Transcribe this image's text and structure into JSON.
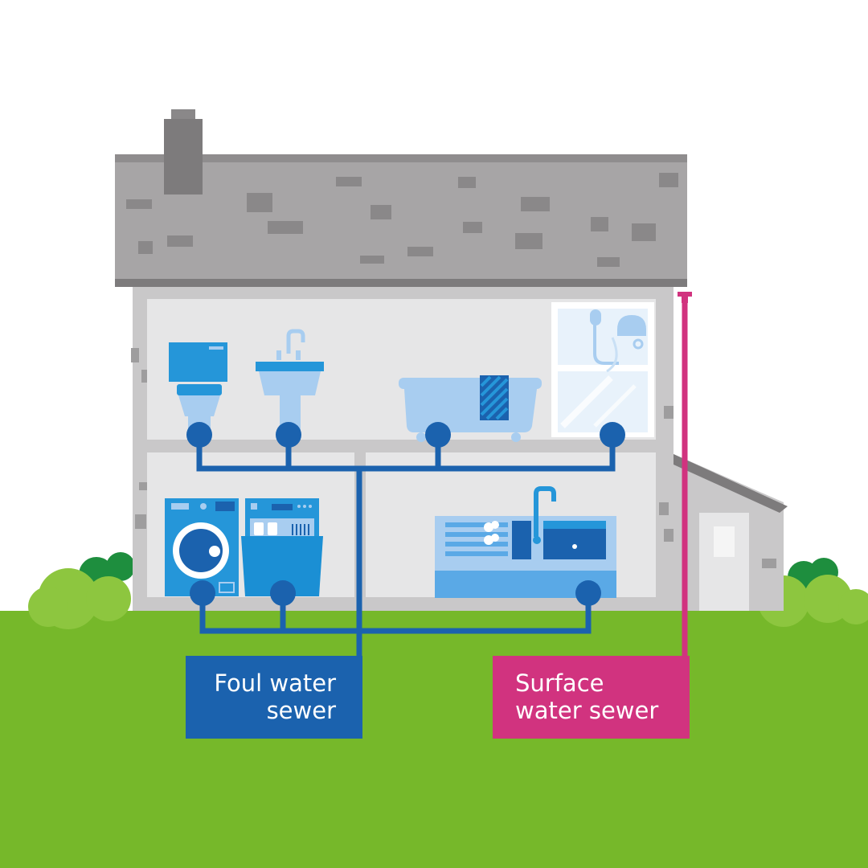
{
  "labels": {
    "foul": {
      "line1": "Foul water",
      "line2": "sewer"
    },
    "surface": {
      "line1": "Surface",
      "line2": "water sewer"
    }
  },
  "colors": {
    "sky": "#ffffff",
    "grass": "#76b82a",
    "bush_dark": "#1e8e3e",
    "bush_light": "#8dc63f",
    "roof": "#a7a5a6",
    "roof_edge": "#7d7b7c",
    "wall": "#c9c8c9",
    "interior": "#e6e6e7",
    "foul_pipe": "#1b62ae",
    "foul_label": "#1b62ae",
    "surface_pipe": "#d1337f",
    "surface_label": "#d1337f",
    "appliance_dark": "#2596d9",
    "appliance_light": "#a8cdf0"
  },
  "icons": [
    "toilet-icon",
    "bathroom-sink-icon",
    "bathtub-icon",
    "shower-icon",
    "washing-machine-icon",
    "dishwasher-icon",
    "kitchen-sink-icon",
    "chimney-icon",
    "bush-icon"
  ]
}
